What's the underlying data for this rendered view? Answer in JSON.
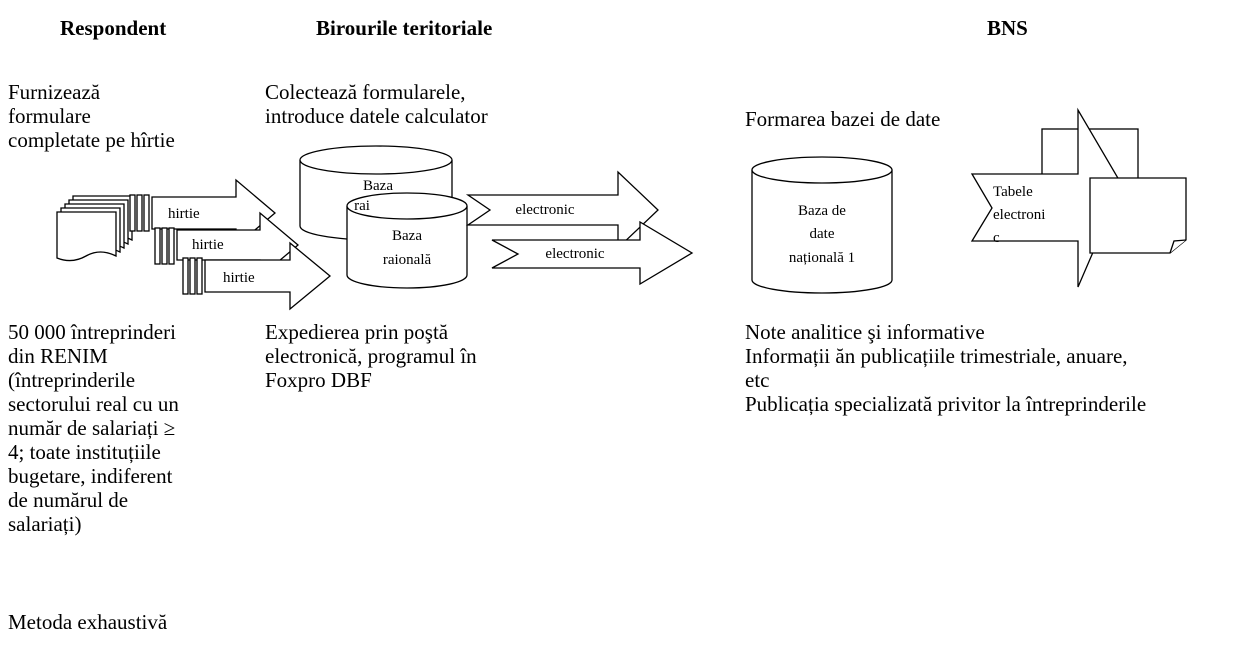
{
  "headers": {
    "respondent": "Respondent",
    "territorial": "Birourile teritoriale",
    "bns": "BNS"
  },
  "respondent": {
    "intro": [
      "Furnizează",
      "formulare",
      "completate pe hîrtie"
    ],
    "details": [
      "50 000 întreprinderi",
      "din RENIM",
      "(întreprinderile",
      "sectorului real cu un",
      "număr de salariați ≥",
      "4; toate instituțiile",
      "bugetare, indiferent",
      "de numărul de",
      "salariați)"
    ],
    "method": "Metoda exhaustivă"
  },
  "territorial": {
    "intro": [
      "Colectează formularele,",
      "introduce datele calculator"
    ],
    "details": [
      "Expedierea prin poştă",
      "electronică, programul în",
      "Foxpro DBF"
    ]
  },
  "bns": {
    "intro": "Formarea bazei de date",
    "details": [
      "Note analitice şi informative",
      "Informații ăn publicațiile trimestriale, anuare,",
      "etc",
      "Publicația specializată privitor la întreprinderile"
    ]
  },
  "diagram": {
    "paper_arrow_label": "hirtie",
    "db_back": [
      "Baza",
      "rai"
    ],
    "db_front": [
      "Baza",
      "raională"
    ],
    "electronic_label": "electronic",
    "national_db": [
      "Baza de",
      "date",
      "națională 1"
    ],
    "tables": [
      "Tabele",
      "electroni",
      "c"
    ]
  }
}
